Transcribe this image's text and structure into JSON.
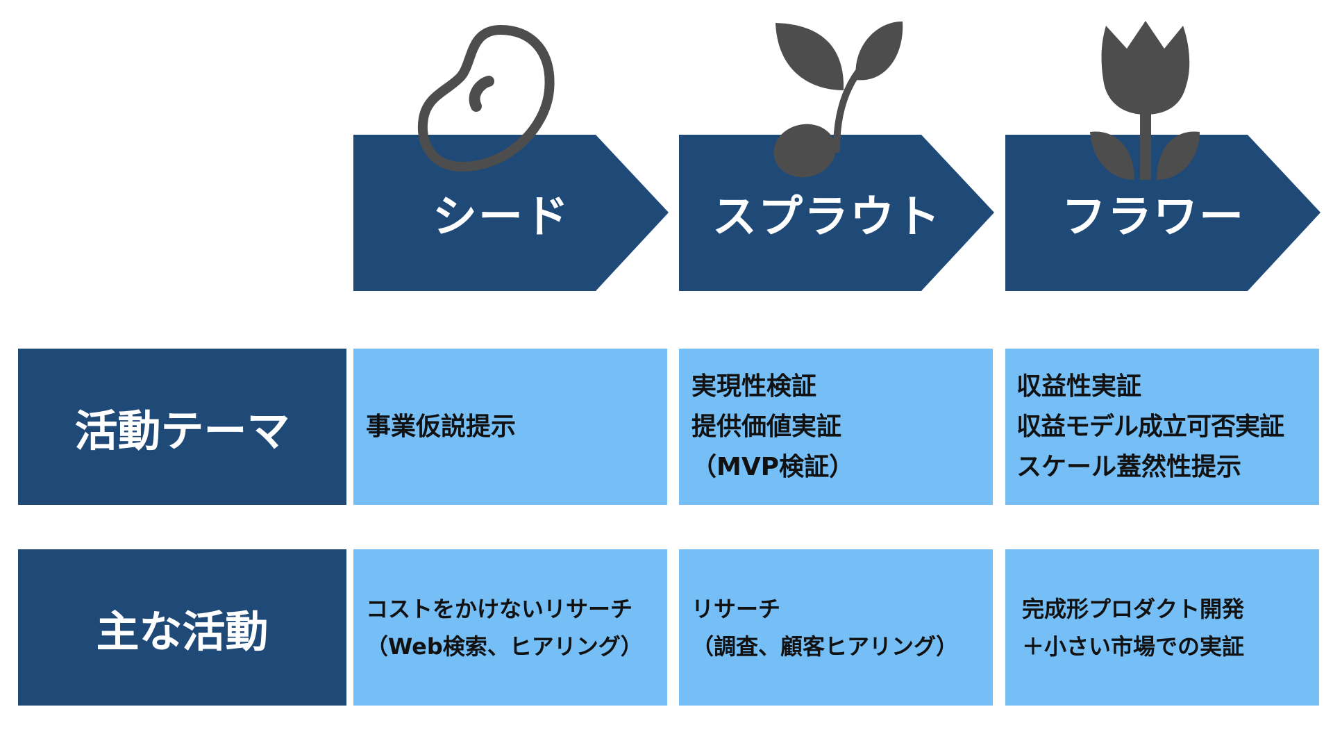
{
  "colors": {
    "dark_blue": "#1f4a78",
    "light_blue": "#75bef6",
    "icon_gray": "#4d4d4d",
    "white": "#ffffff"
  },
  "stages": [
    {
      "label": "シード",
      "icon": "bean-icon"
    },
    {
      "label": "スプラウト",
      "icon": "sprout-icon"
    },
    {
      "label": "フラワー",
      "icon": "tulip-icon"
    }
  ],
  "rows": [
    {
      "header": "活動テーマ",
      "cells": [
        {
          "lines": [
            "事業仮説提示"
          ]
        },
        {
          "lines": [
            "実現性検証",
            "提供価値実証",
            "（MVP検証）"
          ]
        },
        {
          "lines": [
            "収益性実証",
            "収益モデル成立可否実証",
            "スケール蓋然性提示"
          ]
        }
      ]
    },
    {
      "header": "主な活動",
      "cells": [
        {
          "lines": [
            "コストをかけないリサーチ",
            "（Web検索、ヒアリング）"
          ]
        },
        {
          "lines": [
            "リサーチ",
            "（調査、顧客ヒアリング）"
          ]
        },
        {
          "lines": [
            "完成形プロダクト開発",
            "＋小さい市場での実証"
          ]
        }
      ]
    }
  ]
}
